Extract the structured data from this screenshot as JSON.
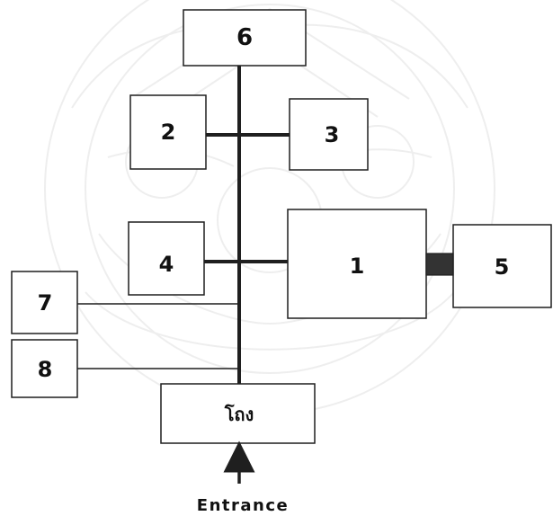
{
  "diagram": {
    "rooms": [
      {
        "id": "6",
        "label": "6"
      },
      {
        "id": "2",
        "label": "2"
      },
      {
        "id": "3",
        "label": "3"
      },
      {
        "id": "4",
        "label": "4"
      },
      {
        "id": "1",
        "label": "1"
      },
      {
        "id": "5",
        "label": "5"
      },
      {
        "id": "7",
        "label": "7"
      },
      {
        "id": "8",
        "label": "8"
      },
      {
        "id": "hall",
        "label": "โถง"
      }
    ],
    "entrance_label": "Entrance"
  },
  "colors": {
    "line": "#1f1f1f",
    "box_fill": "#ffffff",
    "watermark": "#d9d9d9",
    "connector_fill": "#333333"
  }
}
